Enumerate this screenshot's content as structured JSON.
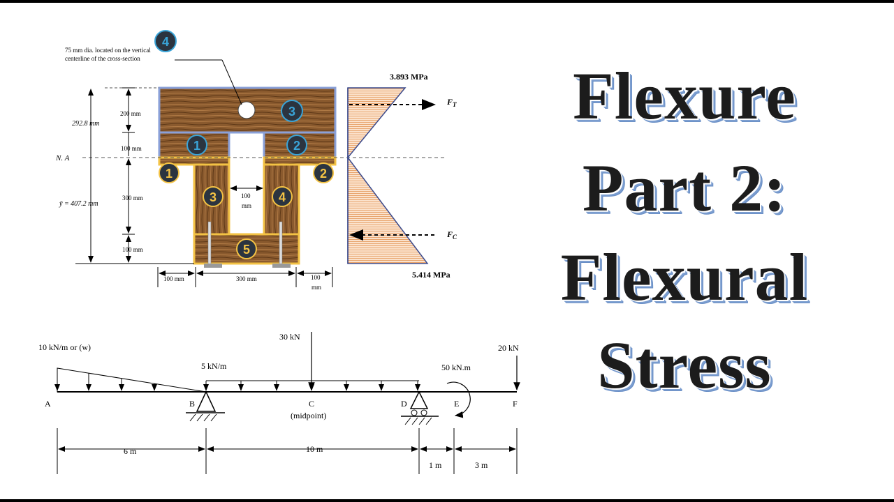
{
  "title": {
    "line1": "Flexure",
    "line2": "Part 2:",
    "line3": "Flexural",
    "line4": "Stress"
  },
  "cross_section": {
    "hole_note_line1": "75 mm dia. located on the vertical",
    "hole_note_line2": "centerline of the cross-section",
    "hole_badge": "4",
    "dim_292": "292.8 mm",
    "dim_200": "200 mm",
    "dim_100_upper": "100 mm",
    "na_label": "N. A",
    "dim_300_vert": "300 mm",
    "ybar": "ȳ = 407.2 mm",
    "dim_100_lower": "100 mm",
    "inner_gap_line1": "100",
    "inner_gap_line2": "mm",
    "dim_100_left": "100 mm",
    "dim_300_horiz": "300 mm",
    "dim_100_right_line1": "100",
    "dim_100_right_line2": "mm",
    "blue_badges": [
      "3",
      "1",
      "2"
    ],
    "yellow_badges": [
      "1",
      "2",
      "3",
      "4",
      "5"
    ]
  },
  "stress_diagram": {
    "top_stress": "3.893 MPa",
    "bottom_stress": "5.414 MPa",
    "ft_label": "F",
    "ft_sub": "T",
    "fc_label": "F",
    "fc_sub": "C",
    "colors": {
      "hatch": "#e8a56e",
      "outline": "#3b4a8c"
    }
  },
  "beam": {
    "dist_load_label": "10 kN/m or (w)",
    "udl_label": "5 kN/m",
    "point_load_c": "30 kN",
    "point_load_f": "20 kN",
    "moment_label": "50 kN.m",
    "points": {
      "a": "A",
      "b": "B",
      "c": "C",
      "c_note": "(midpoint)",
      "d": "D",
      "e": "E",
      "f": "F"
    },
    "spans": {
      "ab": "6 m",
      "bd": "10 m",
      "de": "1 m",
      "ef": "3 m"
    }
  },
  "colors": {
    "wood": "#8b5a2b",
    "blue_outline": "#8aa0d8",
    "yellow_outline": "#f3c244",
    "badge_dark": "#2b3440",
    "badge_blue": "#3aa4d8"
  }
}
